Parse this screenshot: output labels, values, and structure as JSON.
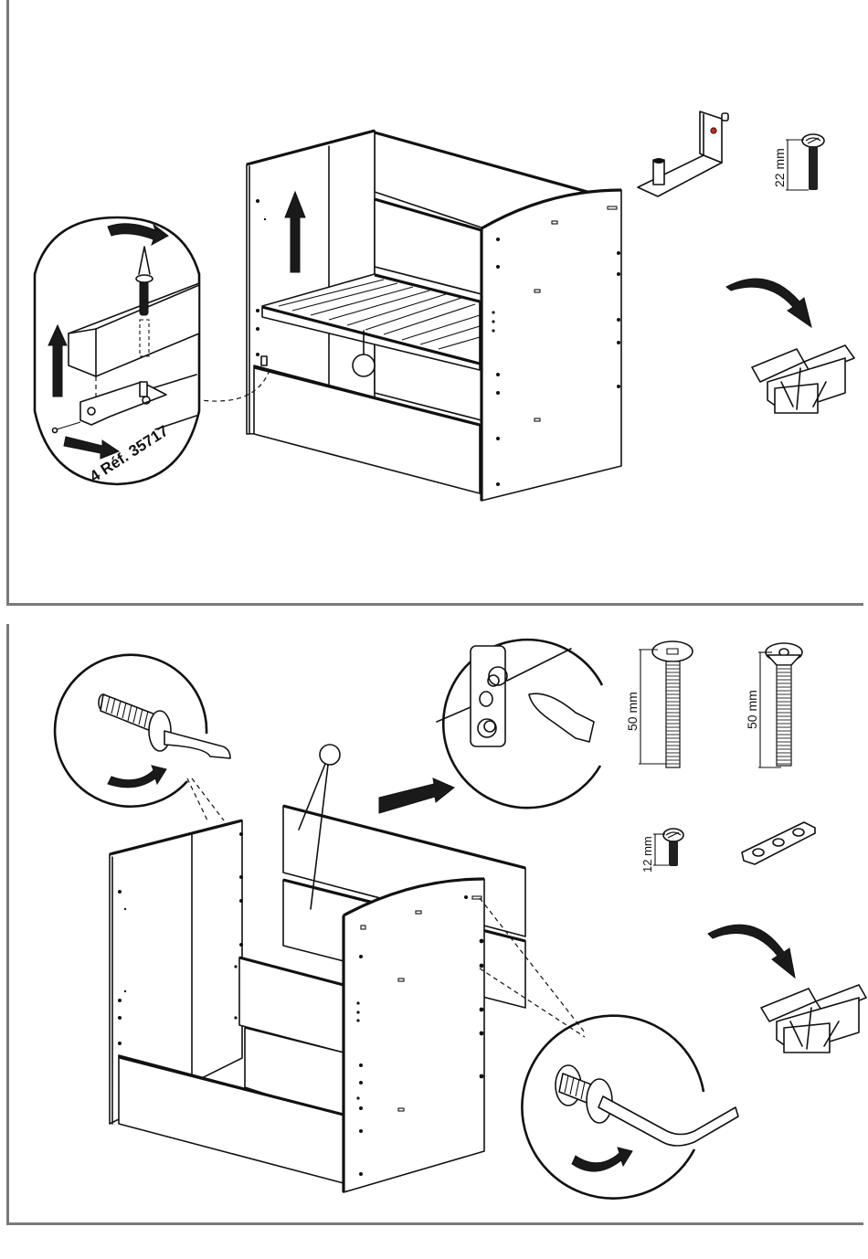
{
  "document": {
    "type": "furniture assembly instructions",
    "steps": [
      {
        "id": "step-top",
        "detail_callout": {
          "reference_label": "4 Réf. 35717"
        },
        "parts": [
          {
            "name": "bed-bracket",
            "label": ""
          },
          {
            "name": "screw-22mm",
            "label": "22 mm"
          }
        ],
        "toolbox_hint": "toolbox"
      },
      {
        "id": "step-bottom",
        "parts": [
          {
            "name": "bolt-button-head-50mm",
            "label": "50 mm"
          },
          {
            "name": "bolt-countersunk-50mm",
            "label": "50 mm"
          },
          {
            "name": "screw-12mm",
            "label": "12 mm"
          },
          {
            "name": "connector-plate-3-hole",
            "label": ""
          }
        ],
        "toolbox_hint": "toolbox"
      }
    ]
  },
  "colors": {
    "frame": "#7a7a7a",
    "ink": "#111111",
    "accent_hole": "#cc2222"
  }
}
